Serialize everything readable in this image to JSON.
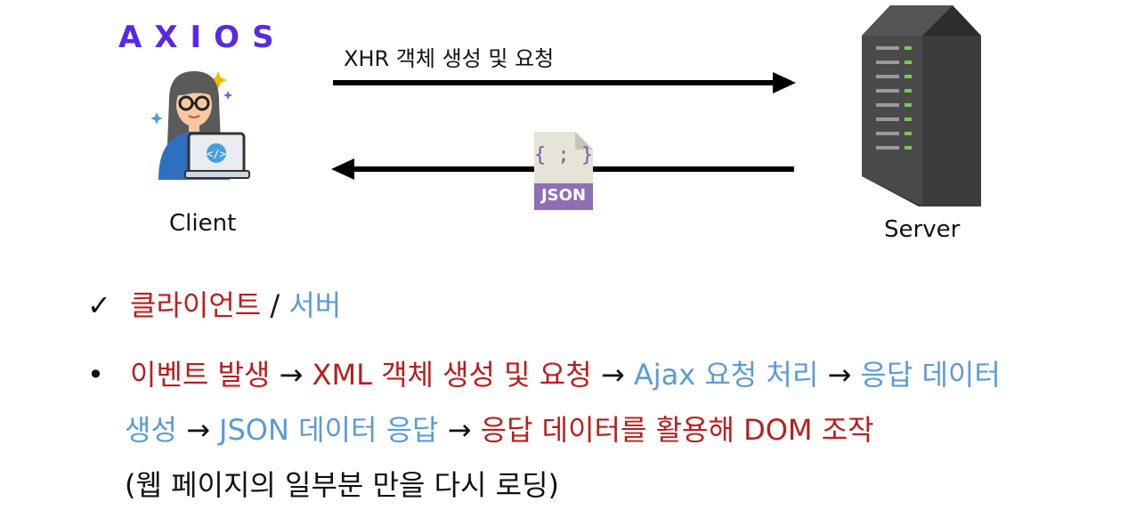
{
  "logo": "AXIOS",
  "client": {
    "label": "Client"
  },
  "server": {
    "label": "Server"
  },
  "request": {
    "label": "XHR  객체 생성 및 요청"
  },
  "response": {
    "icon_text": "{ ; }",
    "badge": "JSON"
  },
  "check_item": {
    "mark": "✓",
    "part1": "클라이언트",
    "sep": " / ",
    "part2": "서버"
  },
  "bullet": {
    "mark": "•",
    "line1": [
      {
        "text": "이벤트 발생",
        "color": "#b81e1e"
      },
      {
        "text": " → ",
        "color": "#111111"
      },
      {
        "text": "XML 객체 생성 및 요청",
        "color": "#b81e1e"
      },
      {
        "text": " → ",
        "color": "#111111"
      },
      {
        "text": "Ajax 요청 처리",
        "color": "#5b9bd5"
      },
      {
        "text": " → ",
        "color": "#111111"
      },
      {
        "text": "응답 데이터",
        "color": "#5b9bd5"
      }
    ],
    "line2": [
      {
        "text": "생성",
        "color": "#5b9bd5"
      },
      {
        "text": " → ",
        "color": "#111111"
      },
      {
        "text": "JSON 데이터 응답",
        "color": "#5b9bd5"
      },
      {
        "text": " → ",
        "color": "#111111"
      },
      {
        "text": "응답 데이터를 활용해 DOM 조작",
        "color": "#b81e1e"
      }
    ],
    "line3": "(웹 페이지의 일부분 만을 다시 로딩)"
  }
}
